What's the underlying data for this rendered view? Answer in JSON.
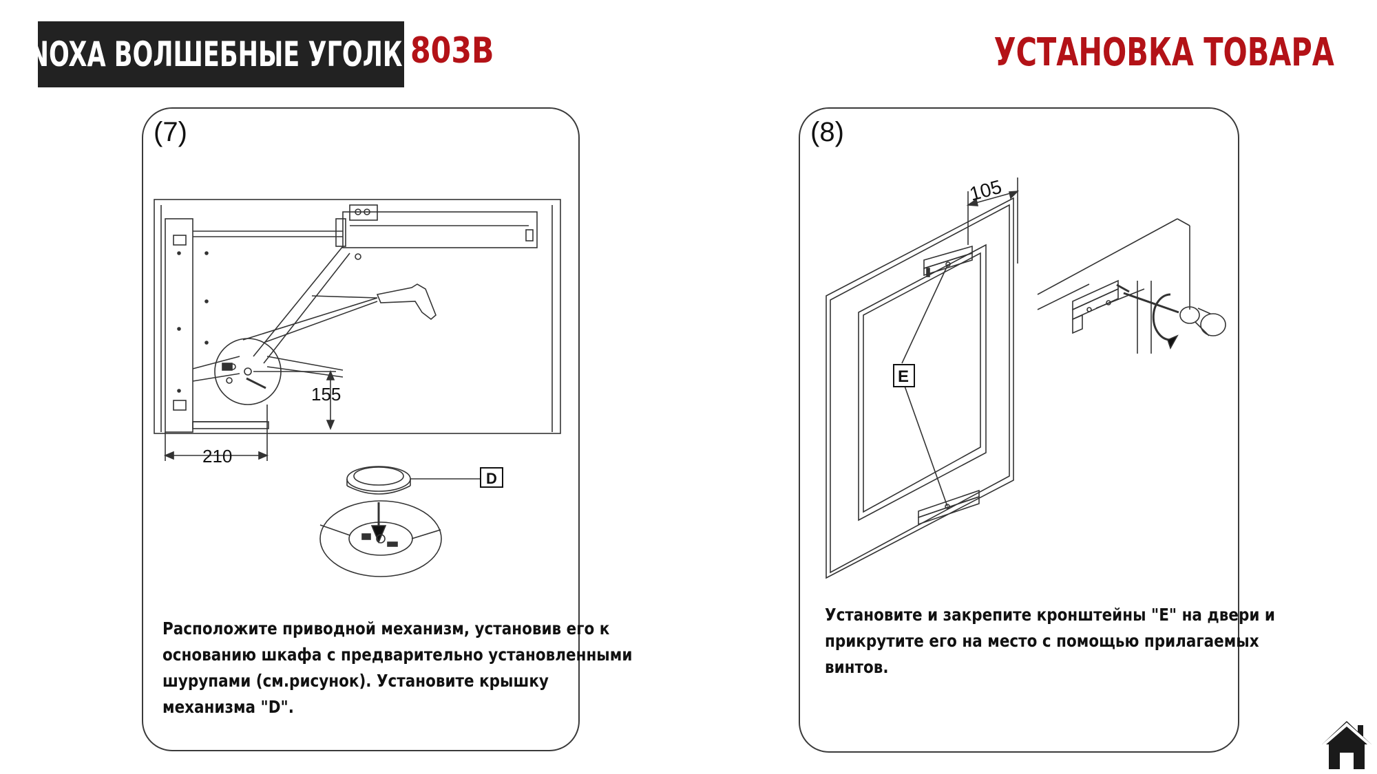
{
  "header": {
    "brand_title": "INOXA ВОЛШЕБНЫЕ УГОЛКИ",
    "model": "803B",
    "section": "УСТАНОВКА ТОВАРА"
  },
  "step7": {
    "number": "(7)",
    "dim_vertical": "155",
    "dim_horizontal": "210",
    "callout": "D",
    "description_lines": [
      "Расположите приводной механизм, установив его к",
      "основанию шкафа с предварительно установленными",
      "шурупами (см.рисунок). Установите крышку",
      "механизма \"D\"."
    ]
  },
  "step8": {
    "number": "(8)",
    "dim": "105",
    "callout": "E",
    "description_lines": [
      "Установите и закрепите кронштейны \"E\" на двери и",
      "прикрутите его на место с помощью прилагаемых",
      "винтов."
    ]
  },
  "icons": {
    "home": "home-icon"
  },
  "colors": {
    "accent": "#b31217",
    "header_bg": "#222222"
  }
}
